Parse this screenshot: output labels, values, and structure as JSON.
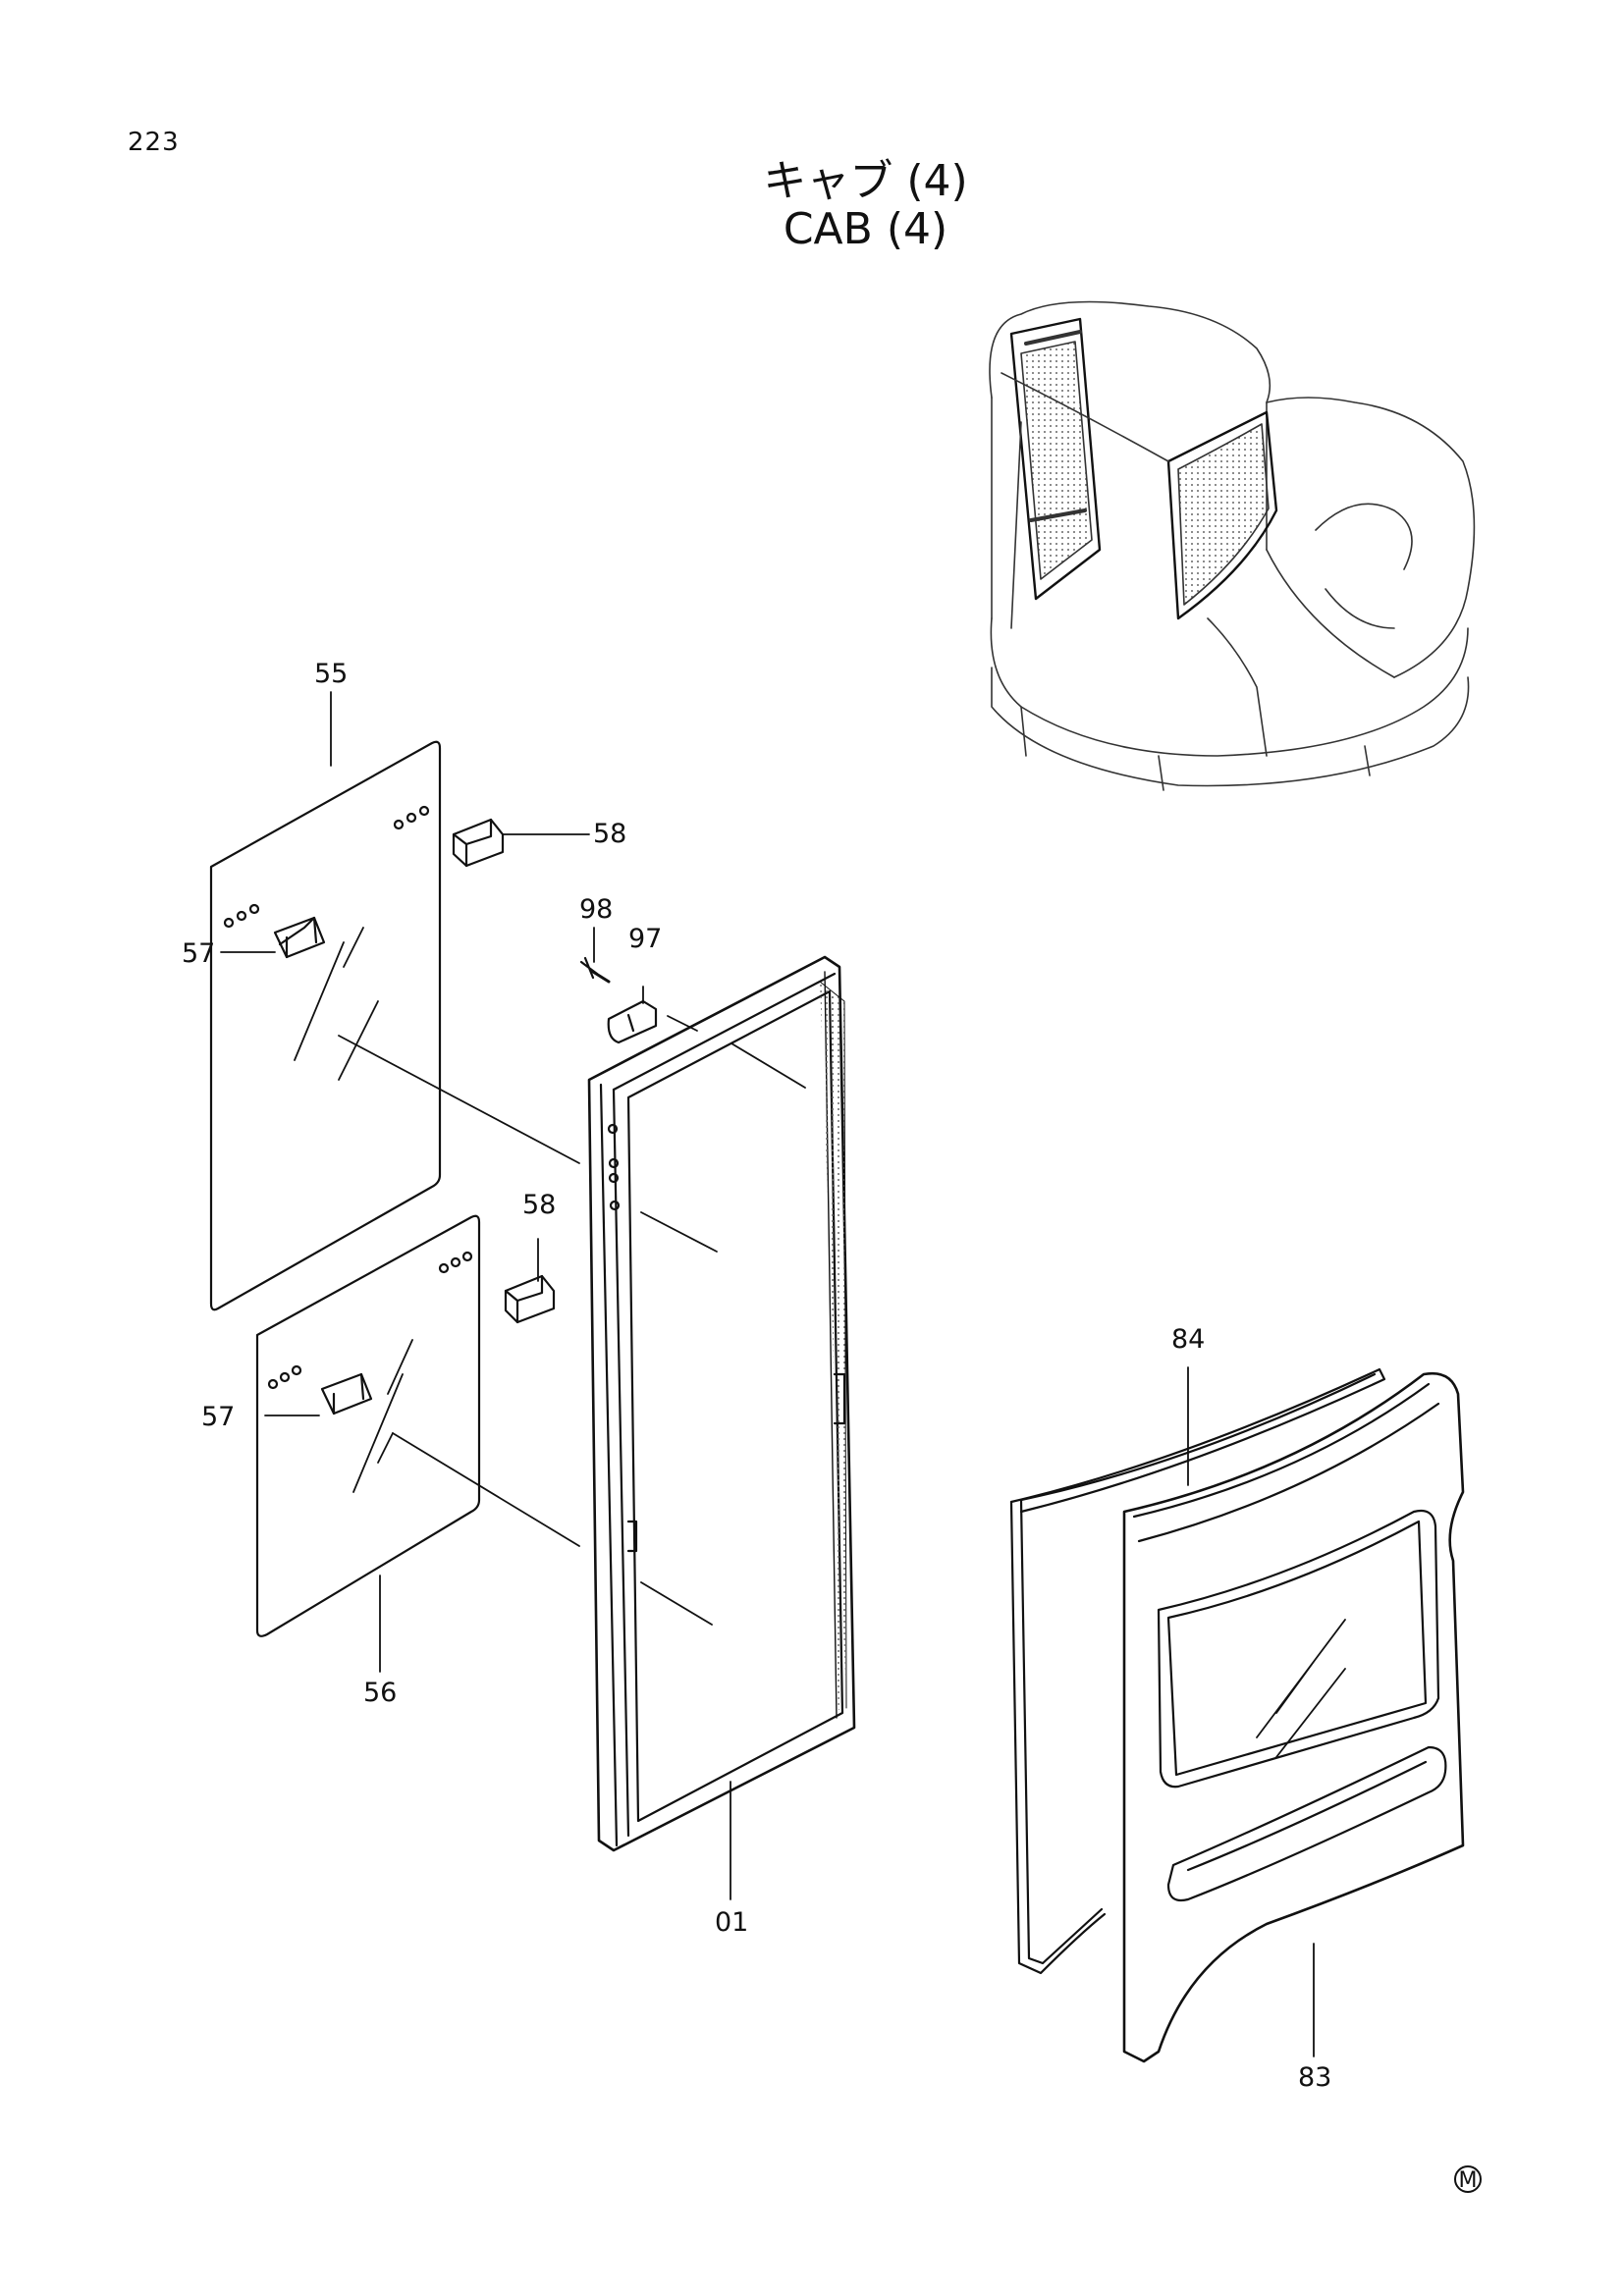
{
  "page_number": "223",
  "title_jp": "キャブ (4)",
  "title_en": "CAB (4)",
  "callouts": [
    "55",
    "58",
    "57",
    "98",
    "97",
    "58",
    "57",
    "56",
    "01",
    "84",
    "83"
  ],
  "corner_mark": "M"
}
